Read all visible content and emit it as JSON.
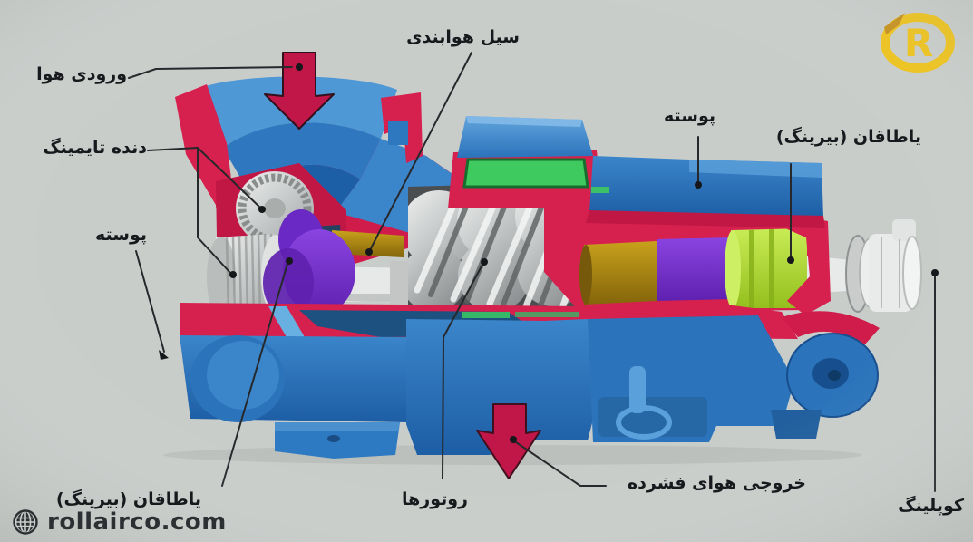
{
  "page": {
    "background_color": "#c9cdca"
  },
  "branding": {
    "logo_letter": "R",
    "logo_color": "#eec31b",
    "logo_accent_color": "#c6901c",
    "website": "rollairco.com"
  },
  "icons": [
    "globe-icon",
    "down-arrow-inlet",
    "down-arrow-outlet"
  ],
  "diagram": {
    "labels": [
      {
        "id": "air-inlet",
        "text": "ورودی هوا"
      },
      {
        "id": "timing-gear",
        "text": "دنده تایمینگ"
      },
      {
        "id": "casing-left",
        "text": "پوسته"
      },
      {
        "id": "air-seal",
        "text": "سیل هوابندی"
      },
      {
        "id": "casing-right",
        "text": "پوسته"
      },
      {
        "id": "bearing-right",
        "text": "یاطاقان (بیرینگ)"
      },
      {
        "id": "bearing-left",
        "text": "یاطاقان (بیرینگ)"
      },
      {
        "id": "rotors",
        "text": "روتورها"
      },
      {
        "id": "air-outlet",
        "text": "خروجی هوای فشرده"
      },
      {
        "id": "coupling",
        "text": "کوپلینگ"
      }
    ],
    "arrows": [
      {
        "id": "inlet-arrow",
        "direction": "down",
        "color": "#c01648"
      },
      {
        "id": "outlet-arrow",
        "direction": "down",
        "color": "#c01648"
      }
    ],
    "colors": {
      "casing_blue": "#2b74bb",
      "cut_surface_red": "#d6204e",
      "seal_green": "#3fca5f",
      "shaft_gold": "#a8830e",
      "bearing_purple": "#7a2ed8",
      "bearing_lime": "#b4e03c",
      "rotor_silver": "#c0c3c4",
      "leader_line": "#26282b",
      "label_text": "#17191c"
    }
  }
}
